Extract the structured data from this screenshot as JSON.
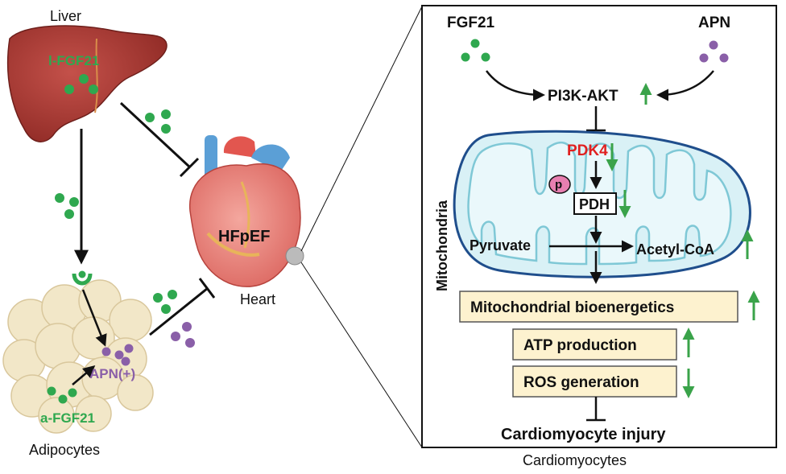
{
  "left": {
    "liver_label": "Liver",
    "liver_ligand": "l-FGF21",
    "heart_label": "Heart",
    "heart_inner": "HFpEF",
    "adipocytes_label": "Adipocytes",
    "apn_label": "APN(+)",
    "afgf21_label": "a-FGF21"
  },
  "panel": {
    "title": "Cardiomyocytes",
    "fgf21": "FGF21",
    "apn": "APN",
    "pi3k": "PI3K-AKT",
    "pdk4": "PDK4",
    "p": "p",
    "pdh": "PDH",
    "pyruvate": "Pyruvate",
    "acetyl": "Acetyl-CoA",
    "mito_side": "Mitochondria",
    "bioenergetics": "Mitochondrial bioenergetics",
    "atp": "ATP production",
    "ros": "ROS generation",
    "injury": "Cardiomyocyte injury"
  },
  "colors": {
    "fgf21_green": "#2fa84f",
    "apn_purple": "#8a5fa8",
    "up_arrow_green": "#3aa34a",
    "pdk4_red": "#e02020",
    "box_fill": "#fdf2cf",
    "mito_membrane": "#1f4e8c",
    "mito_inner": "#7fc8d6"
  },
  "regulation": {
    "pi3k": "up-arrow-icon",
    "pdk4": "down-arrow-icon",
    "pdh": "down-arrow-icon",
    "acetyl": "up-arrow-icon",
    "bioenergetics": "up-arrow-icon",
    "atp": "up-arrow-icon",
    "ros": "down-arrow-icon"
  }
}
